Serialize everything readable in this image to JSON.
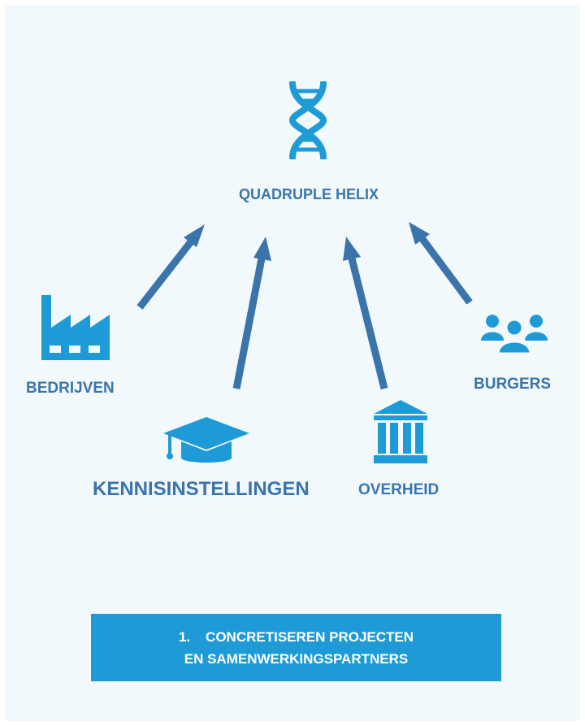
{
  "center": {
    "label": "QUADRUPLE HELIX",
    "icon": "dna-icon"
  },
  "nodes": [
    {
      "id": "bedrijven",
      "label": "BEDRIJVEN",
      "icon": "factory-icon"
    },
    {
      "id": "kennisinstellingen",
      "label": "KENNISINSTELLINGEN",
      "icon": "graduation-cap-icon"
    },
    {
      "id": "overheid",
      "label": "OVERHEID",
      "icon": "government-building-icon"
    },
    {
      "id": "burgers",
      "label": "BURGERS",
      "icon": "people-group-icon"
    }
  ],
  "step": {
    "number": "1.",
    "line1": "CONCRETISEREN PROJECTEN",
    "line2": "EN SAMENWERKINGSPARTNERS"
  },
  "colors": {
    "background": "#f2f9fd",
    "icon_light": "#1e9bd7",
    "arrow": "#3a74ab",
    "label": "#3a74ab",
    "step_box": "#1e9bd7",
    "step_text": "#ffffff"
  }
}
